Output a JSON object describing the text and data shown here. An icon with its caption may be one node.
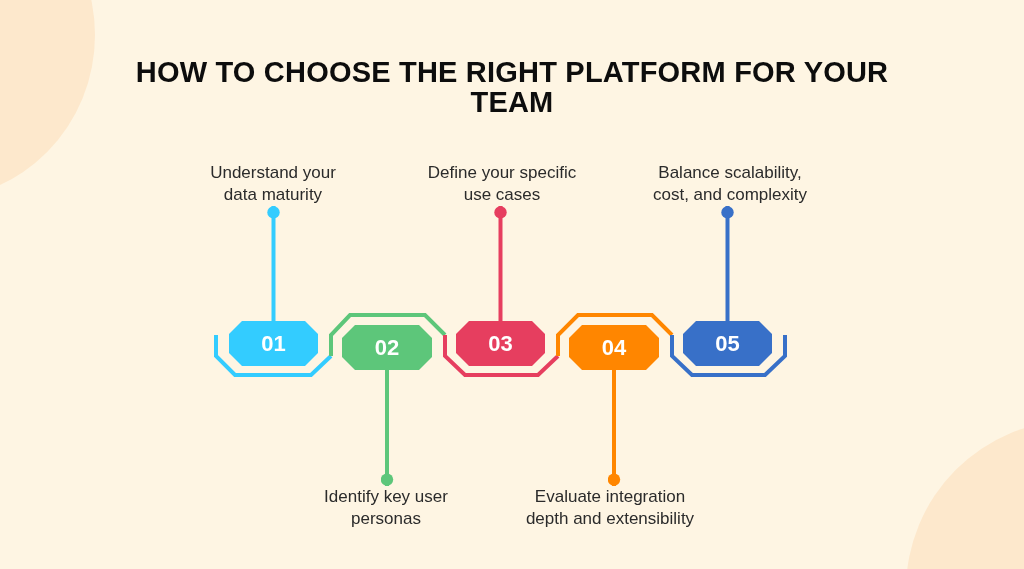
{
  "diagram": {
    "title": "HOW TO CHOOSE THE RIGHT PLATFORM FOR YOUR TEAM",
    "nodes": [
      {
        "text": [
          "01"
        ]
      },
      {
        "text": [
          "02"
        ]
      },
      {
        "text": [
          "03"
        ]
      },
      {
        "text": [
          "04"
        ]
      },
      {
        "text": [
          "05"
        ]
      },
      {
        "text": [
          "Understand your data maturity"
        ]
      },
      {
        "text": [
          "Identify key user personas"
        ]
      },
      {
        "text": [
          "Define your specific use cases"
        ]
      },
      {
        "text": [
          "Evaluate integration depth and extensibility"
        ]
      },
      {
        "text": [
          "Balance scalability, cost, and complexity"
        ]
      }
    ],
    "edges": [
      {
        "from": 5,
        "to": 0,
        "arrow": "other",
        "color": "#33ccff"
      },
      {
        "from": 6,
        "to": 1,
        "arrow": "other",
        "color": "#5dc67a"
      },
      {
        "from": 7,
        "to": 2,
        "arrow": "other",
        "color": "#e63e5f"
      },
      {
        "from": 8,
        "to": 3,
        "arrow": "other",
        "color": "#ff8600"
      },
      {
        "from": 9,
        "to": 4,
        "arrow": "other",
        "color": "#3870c8"
      }
    ]
  }
}
